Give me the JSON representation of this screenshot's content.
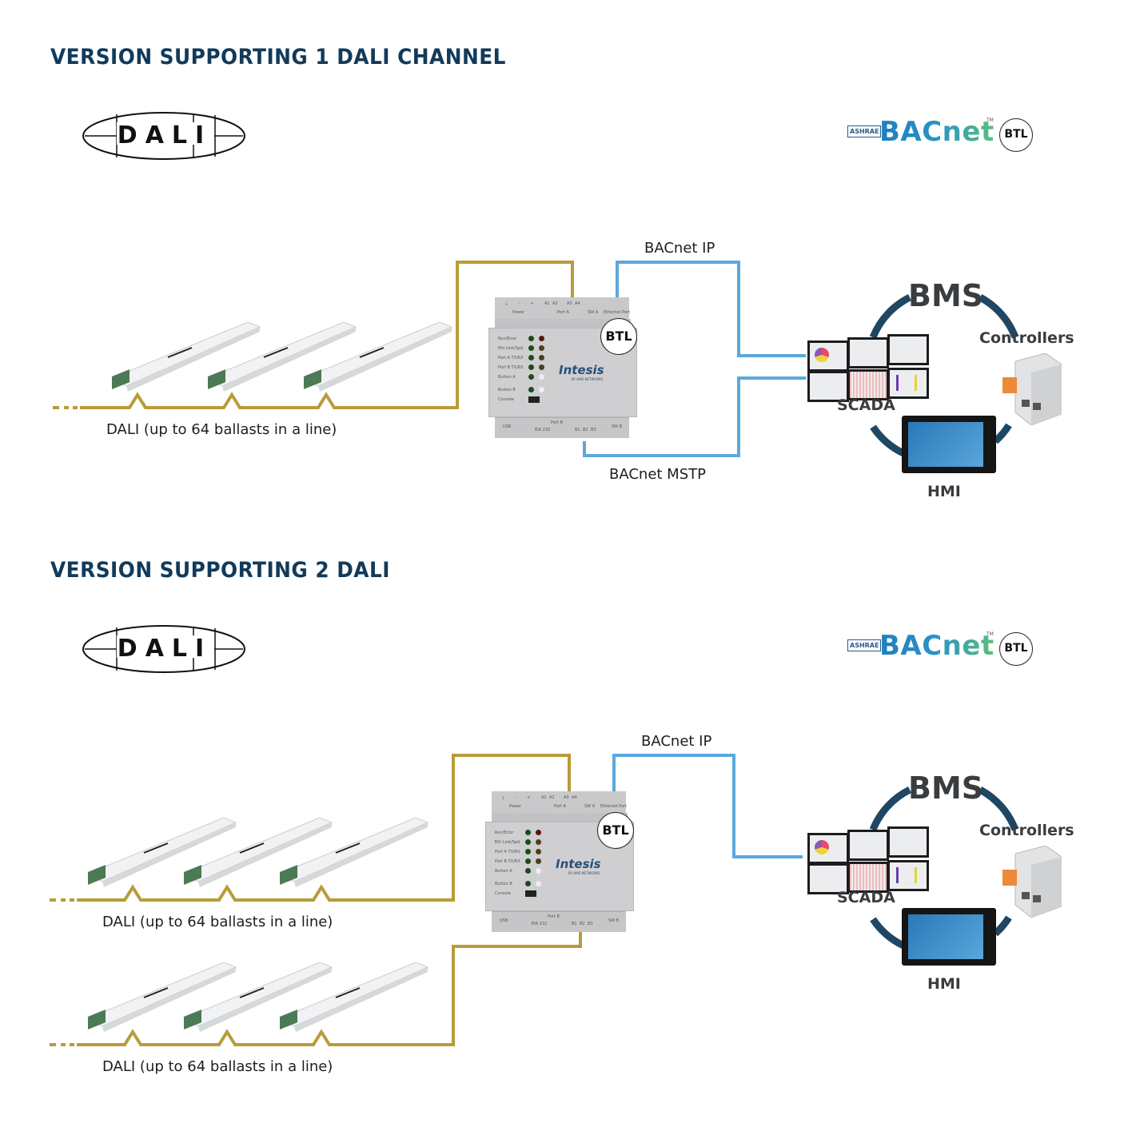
{
  "colors": {
    "title": "#123a5a",
    "dali_wire": "#b89c3a",
    "bacnet_wire": "#5aa9dc",
    "bms_ring": "#1f4763",
    "bms_text": "#3a3d40"
  },
  "sections": [
    {
      "title": "VERSION SUPPORTING 1 DALI CHANNEL",
      "dali_logo_text": "DALI",
      "bacnet_logo": {
        "ashrae": "ASHRAE",
        "word": "BACnet",
        "tm": "TM",
        "btl": "BTL"
      },
      "dali_lines": [
        {
          "label": "DALI (up to 64 ballasts in a line)",
          "ballast_count": 3
        }
      ],
      "gateway": {
        "brand": "Intesis",
        "brand_sub": "BY HMS NETWORKS",
        "badge": "BTL",
        "top_labels": [
          "Power",
          "Port A",
          "SW A",
          "Ethernet Port"
        ],
        "top_terminals": [
          "⏚",
          "-",
          "+",
          "A1",
          "A2",
          "A3",
          "A4"
        ],
        "bottom_labels": [
          "USB",
          "Port B",
          "EIA 232",
          "B1",
          "B2",
          "B3",
          "SW B"
        ],
        "leds": [
          "Run/Error",
          "Eth Link/Spd",
          "Port A TX/RX",
          "Port B TX/RX",
          "Button A",
          "Button B",
          "Console"
        ]
      },
      "links": [
        {
          "label": "BACnet IP"
        },
        {
          "label": "BACnet MSTP"
        }
      ],
      "bms": {
        "title": "BMS",
        "scada": "SCADA",
        "controllers": "Controllers",
        "hmi": "HMI"
      }
    },
    {
      "title": "VERSION SUPPORTING 2 DALI",
      "dali_logo_text": "DALI",
      "bacnet_logo": {
        "ashrae": "ASHRAE",
        "word": "BACnet",
        "tm": "TM",
        "btl": "BTL"
      },
      "dali_lines": [
        {
          "label": "DALI (up to 64 ballasts in a line)",
          "ballast_count": 3
        },
        {
          "label": "DALI (up to 64 ballasts in a line)",
          "ballast_count": 3
        }
      ],
      "gateway": {
        "brand": "Intesis",
        "brand_sub": "BY HMS NETWORKS",
        "badge": "BTL",
        "top_labels": [
          "Power",
          "Port A",
          "SW A",
          "Ethernet Port"
        ],
        "top_terminals": [
          "⏚",
          "-",
          "+",
          "A1",
          "A2",
          "A3",
          "A4"
        ],
        "bottom_labels": [
          "USB",
          "Port B",
          "EIA 232",
          "B1",
          "B2",
          "B3",
          "SW B"
        ],
        "leds": [
          "Run/Error",
          "Eth Link/Spd",
          "Port A TX/RX",
          "Port B TX/RX",
          "Button A",
          "Button B",
          "Console"
        ]
      },
      "links": [
        {
          "label": "BACnet IP"
        }
      ],
      "bms": {
        "title": "BMS",
        "scada": "SCADA",
        "controllers": "Controllers",
        "hmi": "HMI"
      }
    }
  ]
}
